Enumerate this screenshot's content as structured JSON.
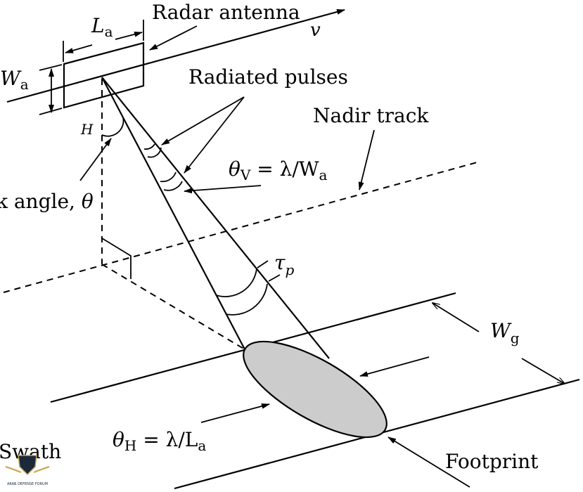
{
  "diagram": {
    "title": "SAR imaging geometry",
    "labels": {
      "radar_antenna": "Radar antenna",
      "velocity": "v",
      "antenna_length": "L",
      "antenna_length_sub": "a",
      "antenna_width": "W",
      "antenna_width_sub": "a",
      "radiated_pulses": "Radiated pulses",
      "nadir_track": "Nadir track",
      "height": "H",
      "look_angle": "k angle, ",
      "look_angle_symbol": "θ",
      "vertical_beamwidth_lhs": "θ",
      "vertical_beamwidth_sub": "V",
      "vertical_beamwidth_rhs": " = λ/W",
      "vertical_beamwidth_rhs_sub": "a",
      "pulse_length": "τ",
      "pulse_length_sub": "p",
      "swath_width": "W",
      "swath_width_sub": "g",
      "horizontal_beamwidth_lhs": "θ",
      "horizontal_beamwidth_sub": "H",
      "horizontal_beamwidth_rhs": " = λ/L",
      "horizontal_beamwidth_rhs_sub": "a",
      "swath": "Swath",
      "footprint": "Footprint"
    },
    "colors": {
      "line": "#000000",
      "footprint_fill": "#cccccc",
      "background": "#ffffff"
    },
    "watermark": {
      "line1": "ARAB DEFENSE FORUM"
    }
  }
}
